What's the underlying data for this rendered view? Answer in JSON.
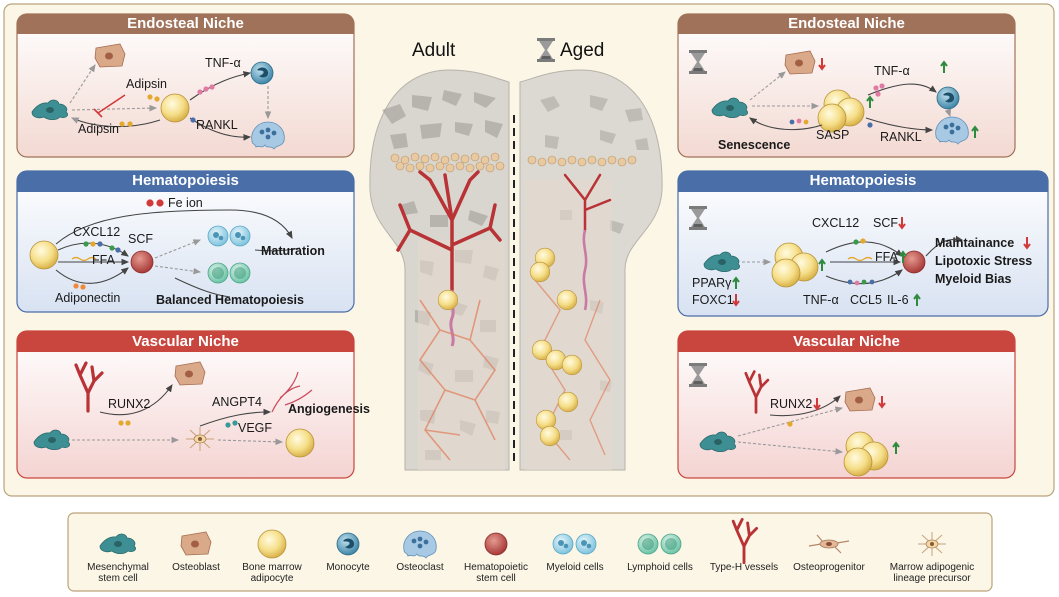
{
  "bone": {
    "adult_label": "Adult",
    "aged_label": "Aged",
    "hourglass_icon": "hourglass-icon"
  },
  "left": {
    "endosteal": {
      "title": "Endosteal Niche",
      "adipsin_top": "Adipsin",
      "adipsin_bottom": "Adipsin",
      "tnf": "TNF-α",
      "rankl": "RANKL"
    },
    "hematopoiesis": {
      "title": "Hematopoiesis",
      "fe_ion": "Fe ion",
      "cxcl12": "CXCL12",
      "scf": "SCF",
      "ffa": "FFA",
      "adiponectin": "Adiponectin",
      "maturation": "Maturation",
      "balanced": "Balanced Hematopoiesis"
    },
    "vascular": {
      "title": "Vascular Niche",
      "runx2": "RUNX2",
      "angpt4": "ANGPT4",
      "vegf": "VEGF",
      "angiogenesis": "Angiogenesis"
    }
  },
  "right": {
    "endosteal": {
      "title": "Endosteal Niche",
      "tnf": "TNF-α",
      "sasp": "SASP",
      "rankl": "RANKL",
      "senescence": "Senescence"
    },
    "hematopoiesis": {
      "title": "Hematopoiesis",
      "cxcl12": "CXCL12",
      "scf": "SCF",
      "ffa": "FFA",
      "ppar": "PPARγ",
      "foxc1": "FOXC1",
      "tnf": "TNF-α",
      "ccl5": "CCL5",
      "il6": "IL-6",
      "maintainance": "Maintainance",
      "lipotoxic": "Lipotoxic Stress",
      "myeloid_bias": "Myeloid Bias"
    },
    "vascular": {
      "title": "Vascular Niche",
      "runx2": "RUNX2"
    }
  },
  "legend": {
    "items": [
      {
        "label": "Mesenchymal stem cell"
      },
      {
        "label": "Osteoblast"
      },
      {
        "label": "Bone marrow adipocyte"
      },
      {
        "label": "Monocyte"
      },
      {
        "label": "Osteoclast"
      },
      {
        "label": "Hematopoietic stem cell"
      },
      {
        "label": "Myeloid cells"
      },
      {
        "label": "Lymphoid cells"
      },
      {
        "label": "Type-H vessels"
      },
      {
        "label": "Osteoprogenitor"
      },
      {
        "label": "Marrow adipogenic lineage precursor"
      }
    ]
  },
  "colors": {
    "panel_bg": "#fbf6e6",
    "panel_border": "#b9a47a",
    "endosteal_header": "#a0725a",
    "hematopoiesis_header": "#4a6ea8",
    "vascular_header": "#c9463e",
    "arrow_up": "#2e8b3e",
    "arrow_down": "#d23a3a"
  }
}
